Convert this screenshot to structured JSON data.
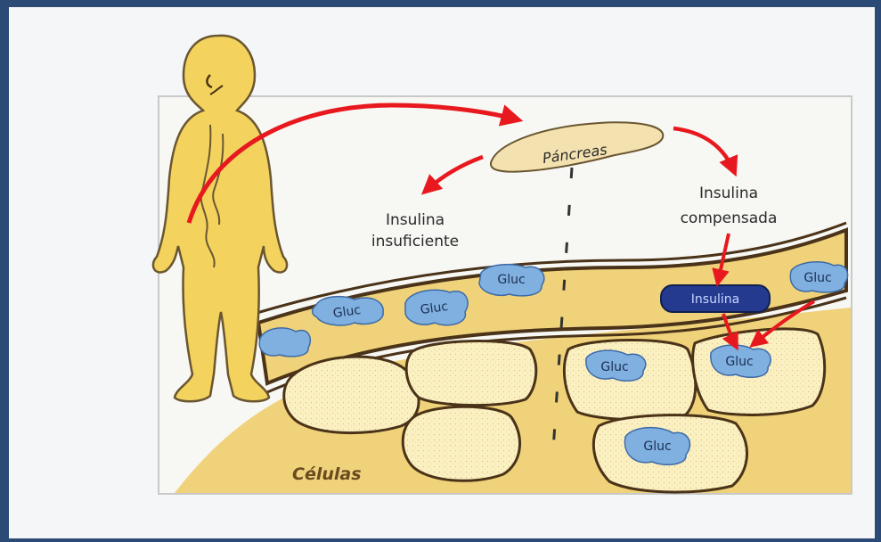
{
  "diagram": {
    "labels": {
      "pancreas": "Páncreas",
      "insulin_insufficient_line1": "Insulina",
      "insulin_insufficient_line2": "insuficiente",
      "insulin_compensated_line1": "Insulina",
      "insulin_compensated_line2": "compensada",
      "insulin_molecule": "Insulina",
      "cells": "Células",
      "glucose": "Gluc"
    },
    "colors": {
      "frame_border": "#2b4a75",
      "panel_background": "#f4f6f8",
      "tissue_yellow": "#f0d27a",
      "outline_brown": "#4a3318",
      "arrow_red": "#e8191e",
      "glucose_blue": "#7fb0e0",
      "insulin_navy": "#233a8f",
      "cell_fill": "#fbf0c2"
    }
  }
}
